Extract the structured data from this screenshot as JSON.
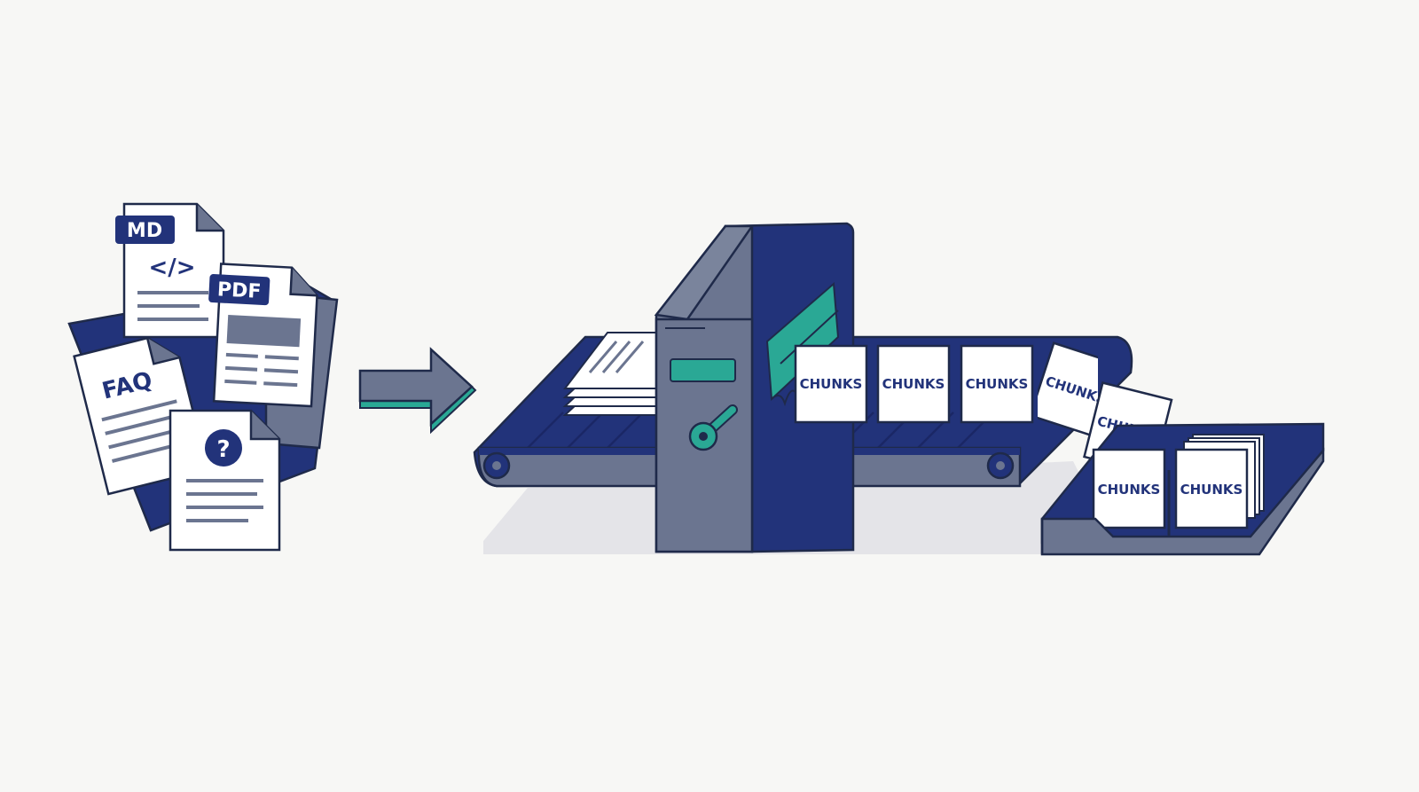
{
  "documents": {
    "md_tag": "MD",
    "md_code": "</>",
    "pdf_tag": "PDF",
    "faq_tag": "FAQ",
    "question_mark": "?"
  },
  "machine": {
    "chunk_label": "CHUNKS"
  },
  "colors": {
    "navy": "#22337a",
    "slate": "#6b7590",
    "teal": "#2aa895",
    "paper": "#ffffff",
    "outline": "#1f2a4a",
    "shadow": "#e4e4e8"
  }
}
